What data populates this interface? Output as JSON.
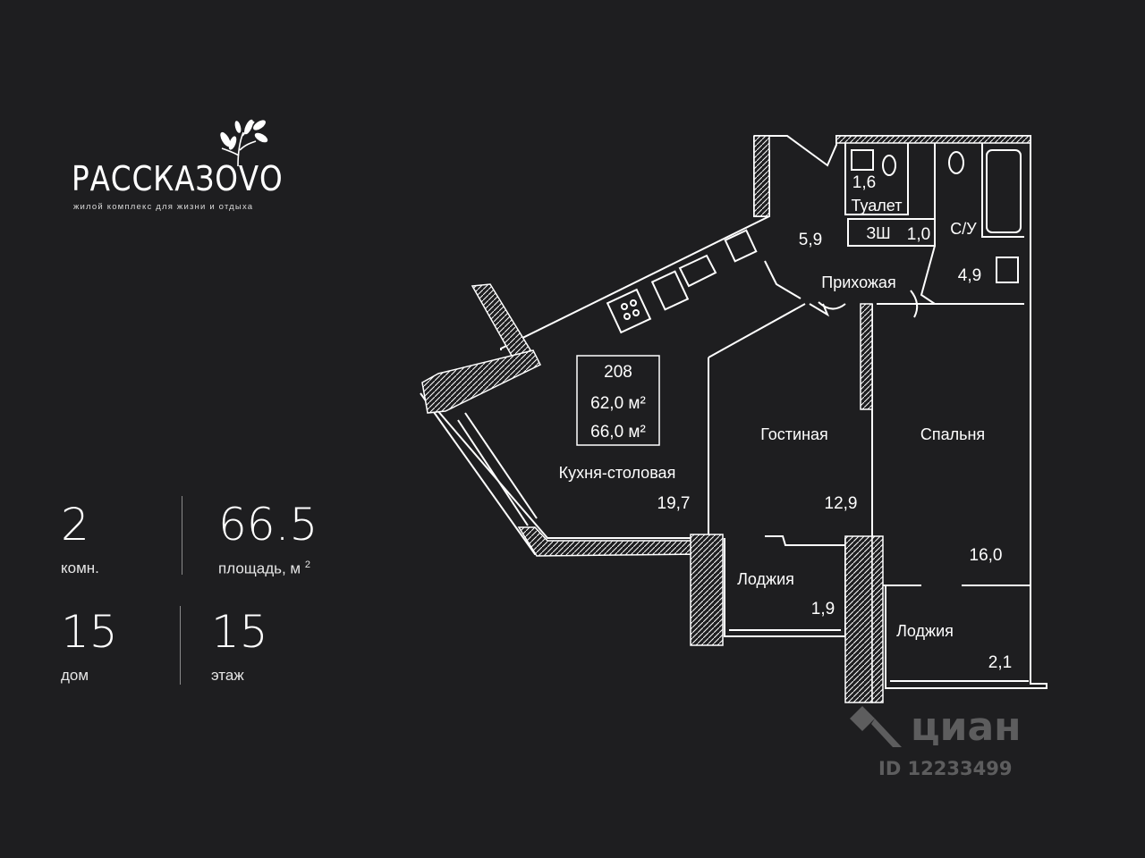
{
  "brand": {
    "name": "РАССКАЗОVО",
    "tagline": "жилой комплекс для жизни и отдыха"
  },
  "stats": {
    "rooms": {
      "value": "2",
      "label": "комн."
    },
    "area": {
      "value": "66.5",
      "label": "площадь, м",
      "unit_sup": "2"
    },
    "house": {
      "value": "15",
      "label": "дом"
    },
    "floor": {
      "value": "15",
      "label": "этаж"
    }
  },
  "plan": {
    "apartment_number": "208",
    "area_1": "62,0 м²",
    "area_2": "66,0 м²",
    "rooms": [
      {
        "name": "Кухня-столовая",
        "area": "19,7"
      },
      {
        "name": "Гостиная",
        "area": "12,9"
      },
      {
        "name": "Спальня",
        "area": "16,0"
      },
      {
        "name": "Прихожая",
        "area": "5,9"
      },
      {
        "name": "Туалет",
        "area": "1,6"
      },
      {
        "name": "ЗШ",
        "area": "1,0"
      },
      {
        "name": "С/У",
        "area": "4,9"
      },
      {
        "name": "Лоджия",
        "area": "1,9"
      },
      {
        "name": "Лоджия",
        "area": "2,1"
      }
    ]
  },
  "watermark": {
    "brand": "циан",
    "id": "ID 12233499"
  },
  "colors": {
    "background": "#1e1e20",
    "wall": "#ffffff",
    "text": "#ffffff"
  }
}
